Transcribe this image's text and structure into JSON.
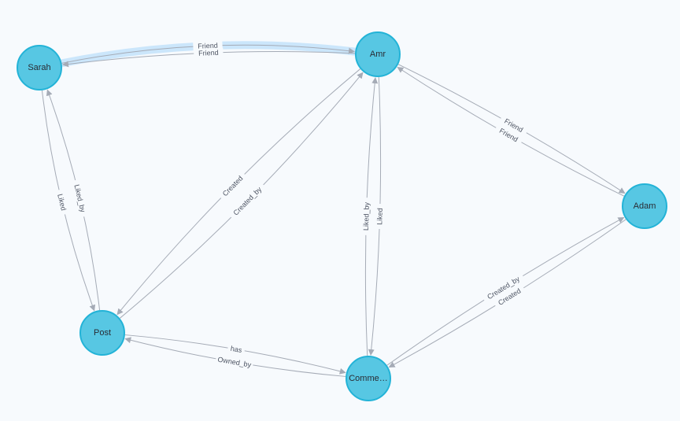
{
  "graph": {
    "nodes": [
      {
        "id": "sarah",
        "label": "Sarah"
      },
      {
        "id": "amr",
        "label": "Amr"
      },
      {
        "id": "adam",
        "label": "Adam"
      },
      {
        "id": "post",
        "label": "Post"
      },
      {
        "id": "comment",
        "label": "Comme…"
      }
    ],
    "edges": [
      {
        "id": "e1",
        "from": "sarah",
        "to": "amr",
        "label": "Friend",
        "selected": true
      },
      {
        "id": "e2",
        "from": "amr",
        "to": "sarah",
        "label": "Friend"
      },
      {
        "id": "e3",
        "from": "amr",
        "to": "adam",
        "label": "Friend"
      },
      {
        "id": "e4",
        "from": "adam",
        "to": "amr",
        "label": "Friend"
      },
      {
        "id": "e5",
        "from": "sarah",
        "to": "post",
        "label": "Liked"
      },
      {
        "id": "e6",
        "from": "post",
        "to": "sarah",
        "label": "Liked_by"
      },
      {
        "id": "e7",
        "from": "post",
        "to": "amr",
        "label": "Created_by"
      },
      {
        "id": "e8",
        "from": "amr",
        "to": "post",
        "label": "Created"
      },
      {
        "id": "e9",
        "from": "comment",
        "to": "amr",
        "label": "Liked_by"
      },
      {
        "id": "e10",
        "from": "amr",
        "to": "comment",
        "label": "Liked"
      },
      {
        "id": "e11",
        "from": "post",
        "to": "comment",
        "label": "has"
      },
      {
        "id": "e12",
        "from": "comment",
        "to": "post",
        "label": "Owned_by"
      },
      {
        "id": "e13",
        "from": "comment",
        "to": "adam",
        "label": "Created_by"
      },
      {
        "id": "e14",
        "from": "adam",
        "to": "comment",
        "label": "Created"
      }
    ]
  },
  "colors": {
    "node_fill": "#57c7e3",
    "node_stroke": "#23b3d7",
    "edge": "#a5abb6",
    "selection_halo": "#cbe6fb",
    "background": "#f7fafd"
  }
}
